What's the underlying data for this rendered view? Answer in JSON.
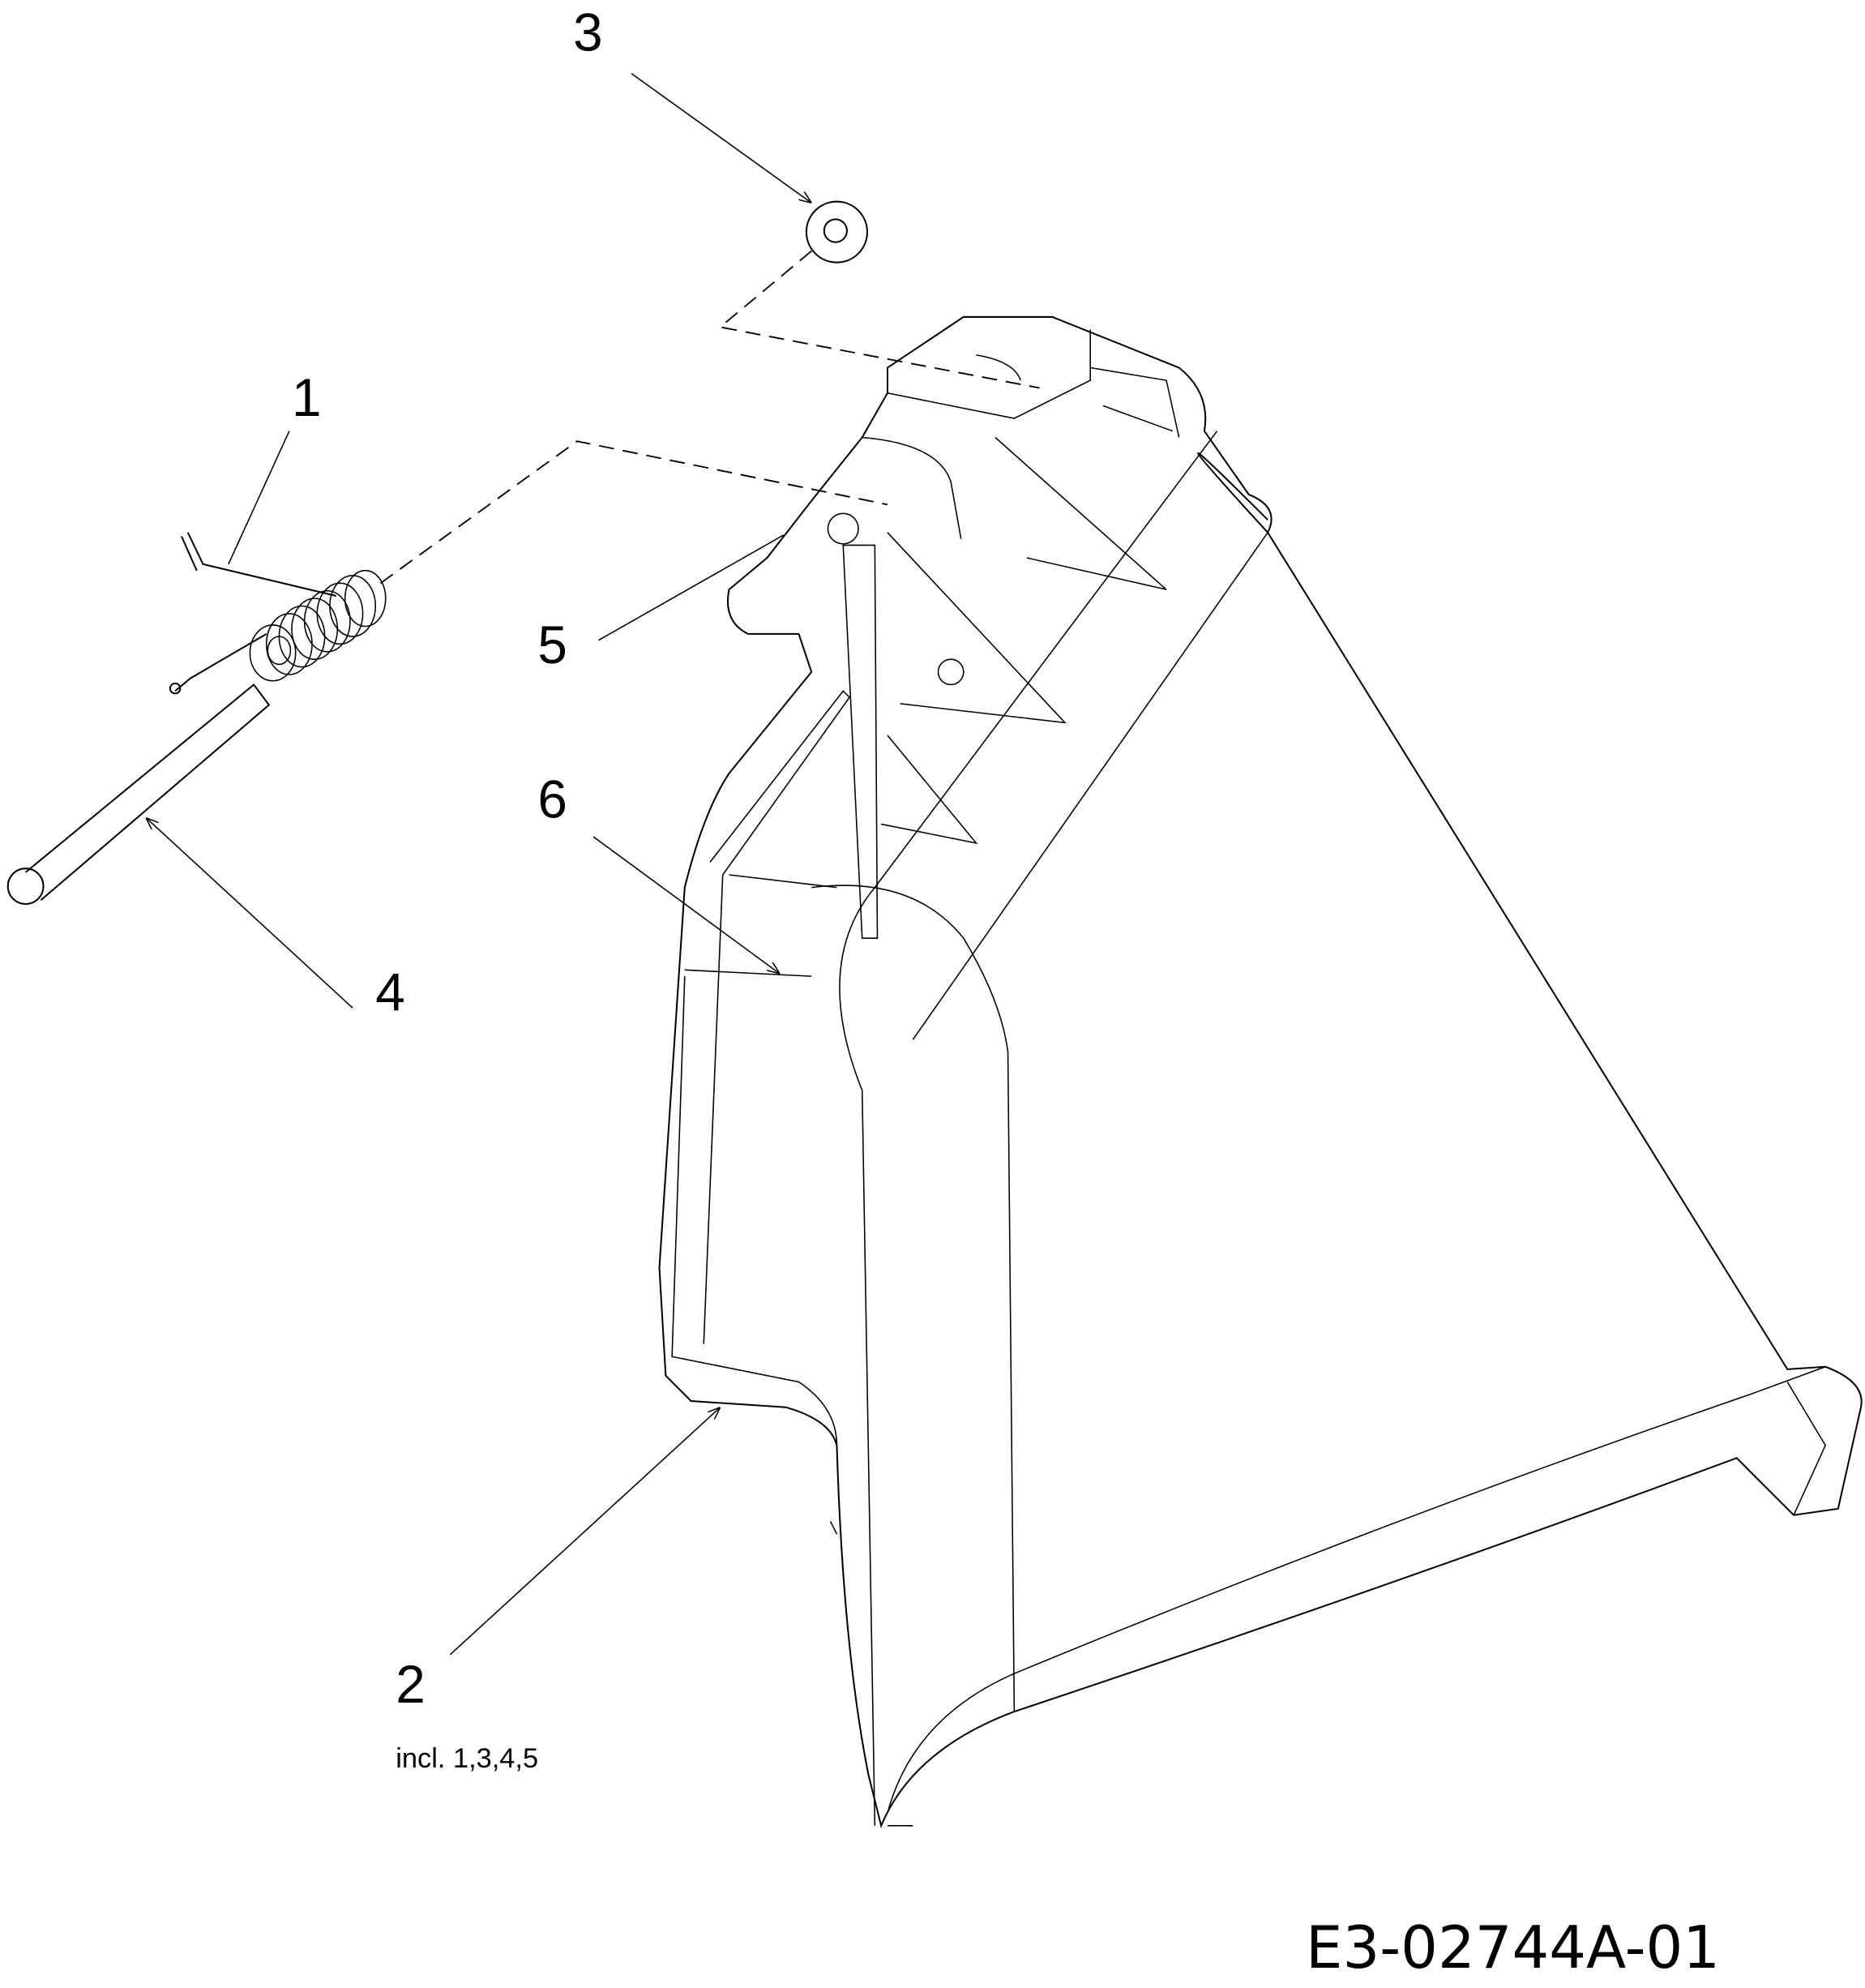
{
  "callouts": [
    {
      "number": "1",
      "part": "spring"
    },
    {
      "number": "2",
      "part": "chute",
      "note": "incl. 1,3,4,5"
    },
    {
      "number": "3",
      "part": "washer"
    },
    {
      "number": "4",
      "part": "pin"
    },
    {
      "number": "5",
      "part": "hinge"
    },
    {
      "number": "6",
      "part": "deflector-rib"
    }
  ],
  "drawing_code": "E3-02744A-01"
}
